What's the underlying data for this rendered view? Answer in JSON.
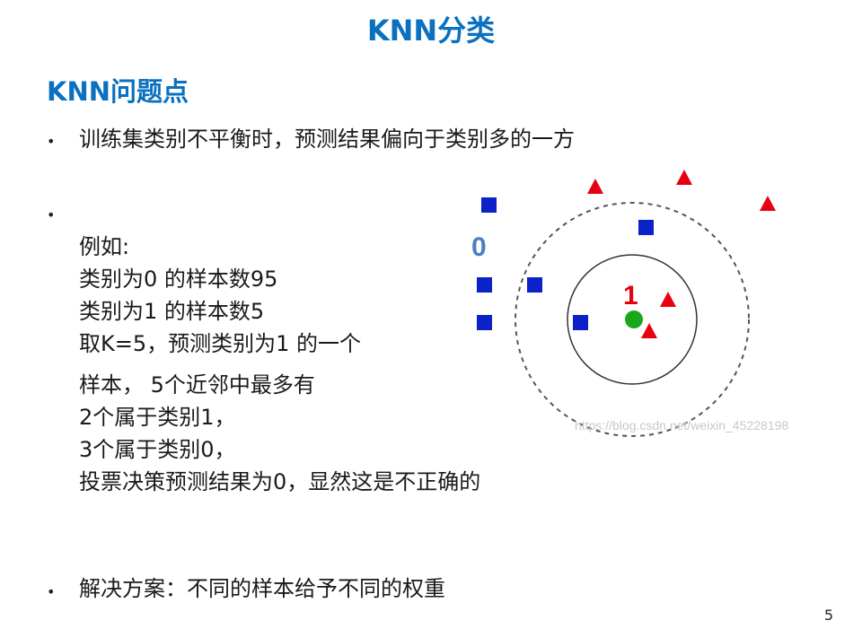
{
  "slide": {
    "title": "KNN分类",
    "section_heading": "KNN问题点",
    "page_number": "5"
  },
  "bullets": {
    "marker": "•",
    "first": "训练集类别不平衡时，预测结果偏向于类别多的一方",
    "example_lines": [
      "例如:",
      "类别为0 的样本数95",
      "类别为1 的样本数5",
      "取K=5，预测类别为1 的一个",
      "样本， 5个近邻中最多有",
      "2个属于类别1，",
      "3个属于类别0，",
      "投票决策预测结果为0，显然这是不正确的"
    ],
    "solution": "解决方案：不同的样本给予不同的权重"
  },
  "diagram": {
    "label_class0": "0",
    "label_class1": "1",
    "class0_color": "#0a22c8",
    "class1_color": "#e60012",
    "query_color": "#1aa81a",
    "label0_color": "#4a7fc0",
    "label1_color": "#e60012",
    "inner_ring_style": "solid",
    "outer_ring_style": "dashed",
    "class0_marker": "square",
    "class1_marker": "triangle",
    "query_marker": "circle"
  },
  "watermark": "https://blog.csdn.net/weixin_45228198"
}
